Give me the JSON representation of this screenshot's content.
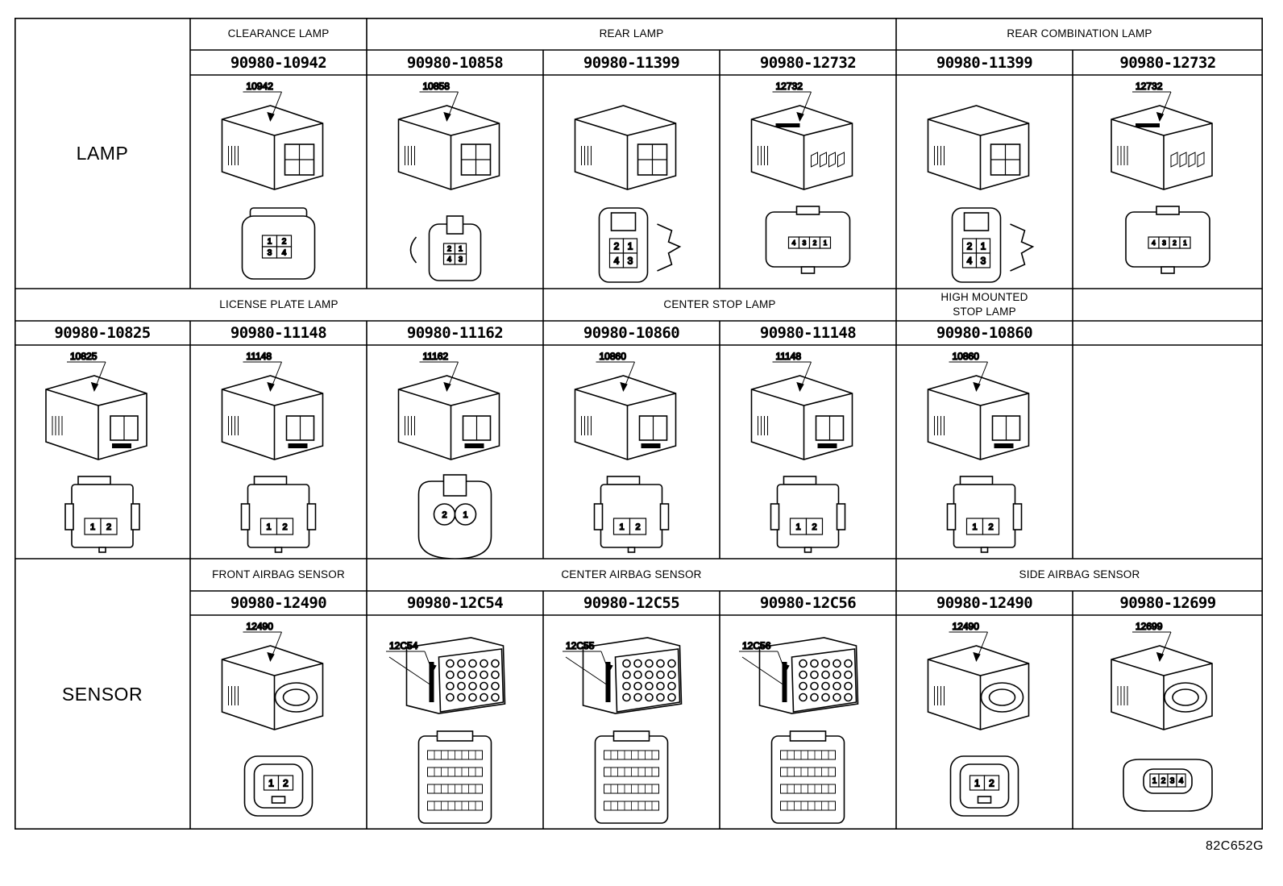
{
  "figure_id": "82C652G",
  "sections": [
    {
      "label": "LAMP",
      "groups": [
        {
          "label": "CLEARANCE LAMP"
        },
        {
          "label": "REAR LAMP"
        },
        {
          "label": "REAR COMBINATION LAMP"
        }
      ],
      "parts": [
        "90980-10942",
        "90980-10858",
        "90980-11399",
        "90980-12732",
        "90980-11399",
        "90980-12732"
      ],
      "connectors": [
        {
          "tag": "10942",
          "pins": [
            "1",
            "2",
            "3",
            "4"
          ],
          "kind": "square4"
        },
        {
          "tag": "10858",
          "pins": [
            "2",
            "1",
            "4",
            "3"
          ],
          "kind": "small4"
        },
        {
          "tag": "",
          "pins": [
            "2",
            "1",
            "4",
            "3"
          ],
          "kind": "clip4"
        },
        {
          "tag": "12732",
          "pins": [
            "4",
            "3",
            "2",
            "1"
          ],
          "kind": "flat4"
        },
        {
          "tag": "",
          "pins": [
            "2",
            "1",
            "4",
            "3"
          ],
          "kind": "clip4"
        },
        {
          "tag": "12732",
          "pins": [
            "4",
            "3",
            "2",
            "1"
          ],
          "kind": "flat4"
        }
      ]
    },
    {
      "label": "",
      "groups": [
        {
          "label": "LICENSE PLATE LAMP"
        },
        {
          "label": "CENTER STOP LAMP"
        },
        {
          "label": "HIGH MOUNTED STOP LAMP"
        }
      ],
      "parts": [
        "90980-10825",
        "90980-11148",
        "90980-11162",
        "90980-10860",
        "90980-11148",
        "90980-10860"
      ],
      "connectors": [
        {
          "tag": "10825",
          "pins": [
            "1",
            "2"
          ],
          "kind": "two"
        },
        {
          "tag": "11148",
          "pins": [
            "1",
            "2"
          ],
          "kind": "two"
        },
        {
          "tag": "11162",
          "pins": [
            "2",
            "1"
          ],
          "kind": "round2"
        },
        {
          "tag": "10860",
          "pins": [
            "1",
            "2"
          ],
          "kind": "two"
        },
        {
          "tag": "11148",
          "pins": [
            "1",
            "2"
          ],
          "kind": "two"
        },
        {
          "tag": "10860",
          "pins": [
            "1",
            "2"
          ],
          "kind": "two"
        }
      ]
    },
    {
      "label": "SENSOR",
      "groups": [
        {
          "label": "FRONT AIRBAG SENSOR"
        },
        {
          "label": "CENTER AIRBAG SENSOR"
        },
        {
          "label": "SIDE AIRBAG SENSOR"
        }
      ],
      "parts": [
        "90980-12490",
        "90980-12C54",
        "90980-12C55",
        "90980-12C56",
        "90980-12490",
        "90980-12699"
      ],
      "connectors": [
        {
          "tag": "12490",
          "pins": [
            "1",
            "2"
          ],
          "kind": "airbag2"
        },
        {
          "tag": "12C54",
          "pins": [],
          "kind": "multi"
        },
        {
          "tag": "12C55",
          "pins": [],
          "kind": "multi"
        },
        {
          "tag": "12C56",
          "pins": [],
          "kind": "multi"
        },
        {
          "tag": "12490",
          "pins": [
            "1",
            "2"
          ],
          "kind": "airbag2"
        },
        {
          "tag": "12699",
          "pins": [
            "1",
            "2",
            "3",
            "4"
          ],
          "kind": "oval4"
        }
      ]
    }
  ],
  "high_mounted_label": [
    "HIGH MOUNTED",
    "STOP LAMP"
  ]
}
